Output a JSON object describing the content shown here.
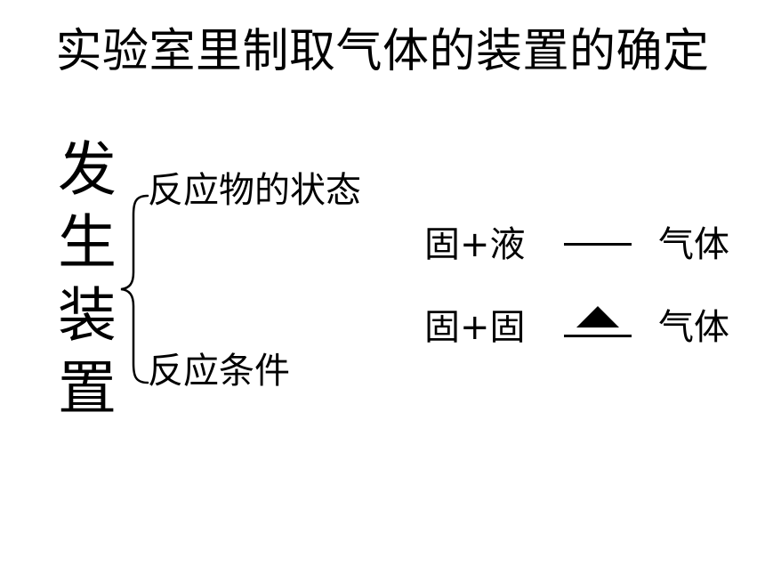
{
  "slide": {
    "title": "实验室里制取气体的装置的确定",
    "vertical_label_chars": [
      "发",
      "生",
      "装",
      "置"
    ],
    "branches": {
      "state": "反应物的状态",
      "condition": "反应条件"
    },
    "reactions": [
      {
        "reactants": "固+液",
        "condition_icon": "line-icon",
        "product": "气体"
      },
      {
        "reactants": "固+固",
        "condition_icon": "heat-triangle-icon",
        "product": "气体"
      }
    ]
  }
}
